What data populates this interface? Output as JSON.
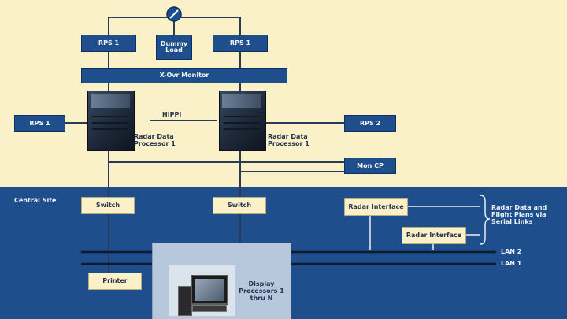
{
  "diagram": {
    "colors": {
      "top_background": "#fbf1c9",
      "bottom_background": "#1f4e8c",
      "box_dark": "#1f4e8c",
      "box_light": "#fbf1c9",
      "line": "#2b3b57"
    },
    "nodes": {
      "rps_left": "RPS 1",
      "dummy_load": "Dummy Load",
      "rps_right": "RPS 1",
      "xover_monitor": "X-Ovr Monitor",
      "rps_left_side": "RPS 1",
      "rps_right_side": "RPS 2",
      "mon_cp": "Mon CP",
      "rdp_left_label": "Radar Data Processor 1",
      "rdp_right_label": "Radar Data Processor 1",
      "hippi_label": "HIPPI",
      "central_site": "Central Site",
      "switch_left": "Switch",
      "switch_right": "Switch",
      "radar_interface_top": "Radar Interface",
      "radar_interface_bottom": "Radar Interface",
      "serial_links_label": "Radar Data and Flight Plans via Serial Links",
      "lan2": "LAN 2",
      "lan1": "LAN 1",
      "printer": "Printer",
      "display_label": "Display Processors 1 thru N"
    }
  }
}
